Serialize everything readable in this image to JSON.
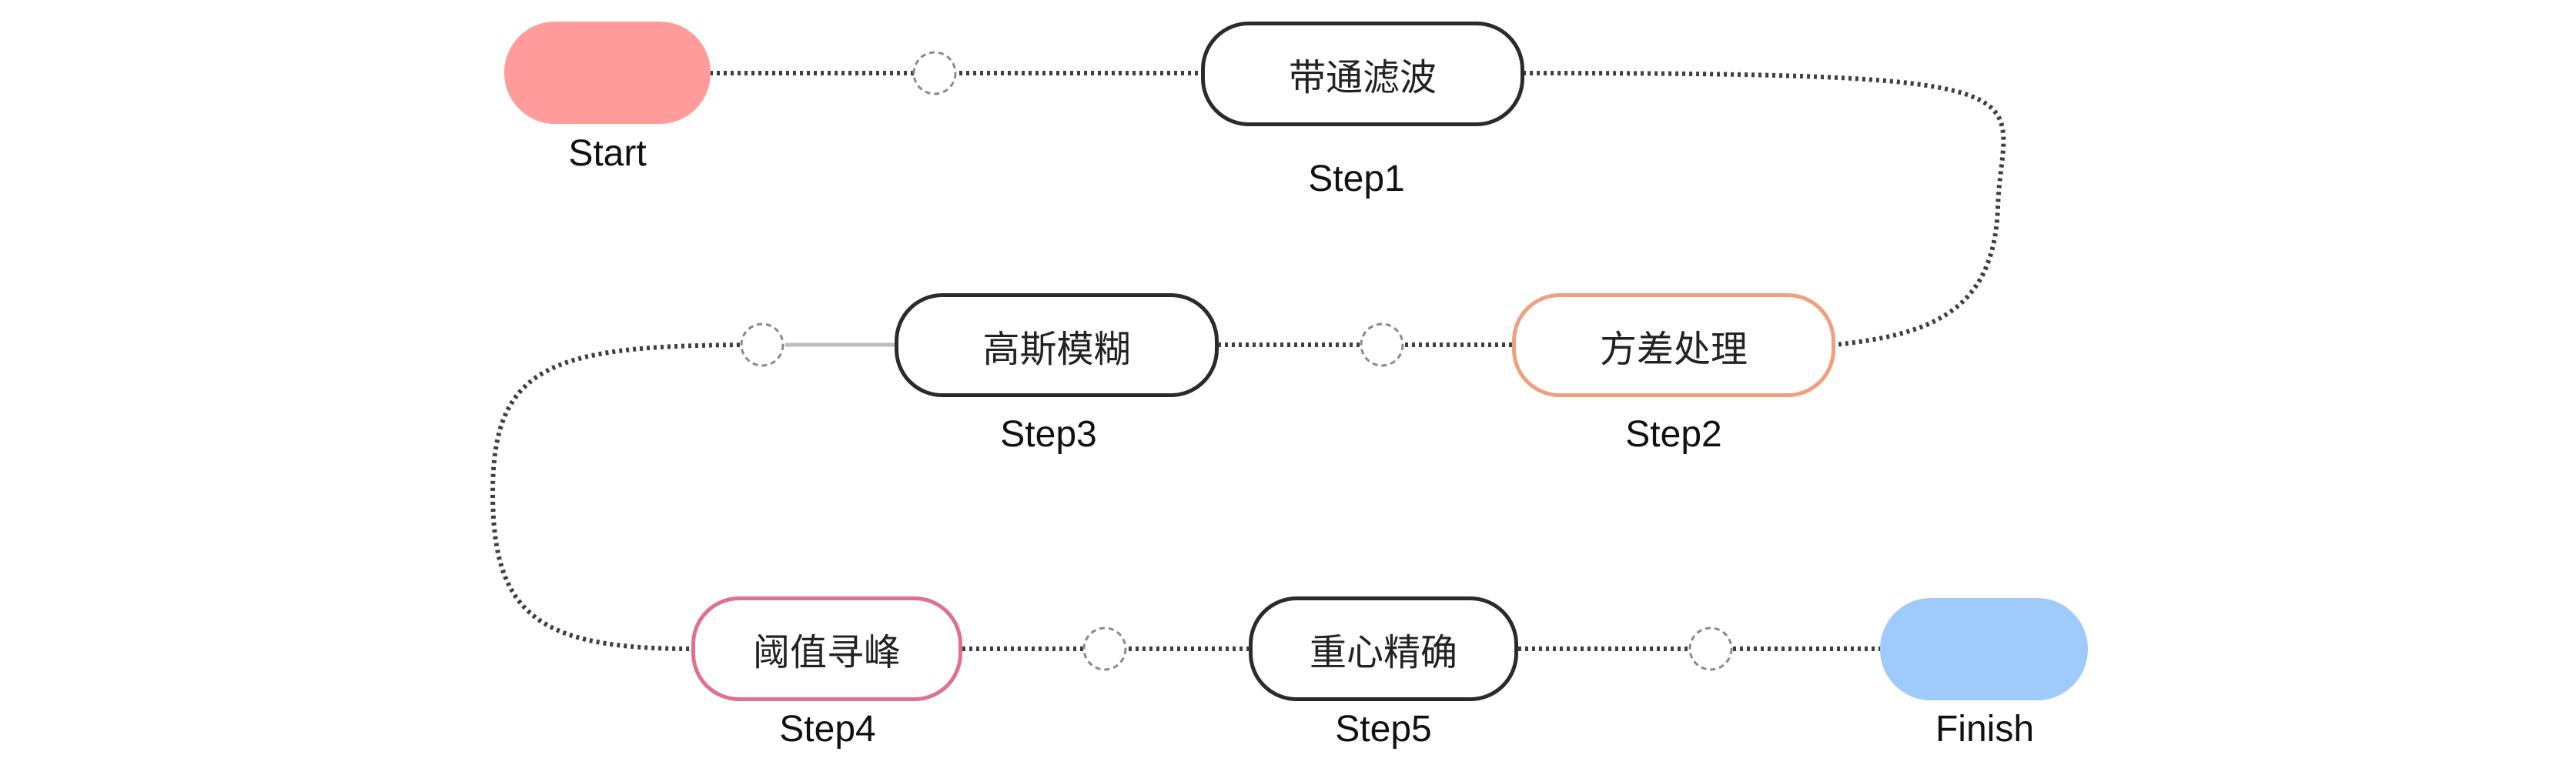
{
  "start": {
    "label": "Start",
    "color": "#ff9b9b"
  },
  "finish": {
    "label": "Finish",
    "color": "#9ecbfc"
  },
  "steps": [
    {
      "text": "带通滤波",
      "caption": "Step1",
      "border": "#2b2b2b"
    },
    {
      "text": "方差处理",
      "caption": "Step2",
      "border": "#f0a07e"
    },
    {
      "text": "高斯模糊",
      "caption": "Step3",
      "border": "#2b2b2b"
    },
    {
      "text": "阈值寻峰",
      "caption": "Step4",
      "border": "#e0718a"
    },
    {
      "text": "重心精确",
      "caption": "Step5",
      "border": "#2b2b2b"
    }
  ]
}
